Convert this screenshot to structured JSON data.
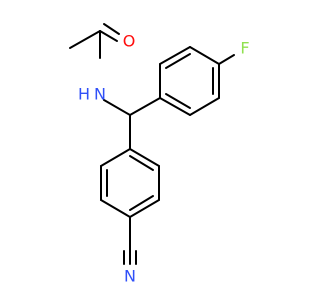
{
  "molecule": {
    "colors": {
      "bond": "#000000",
      "oxygen": "#ff0d0d",
      "nitrogen": "#3050f8",
      "fluorine": "#90e050",
      "background": "#ffffff"
    },
    "atom_labels": {
      "oxygen": "O",
      "amide_nitrogen_h": "H",
      "amide_nitrogen_n": "N",
      "fluorine": "F",
      "nitrile_nitrogen": "N"
    }
  }
}
